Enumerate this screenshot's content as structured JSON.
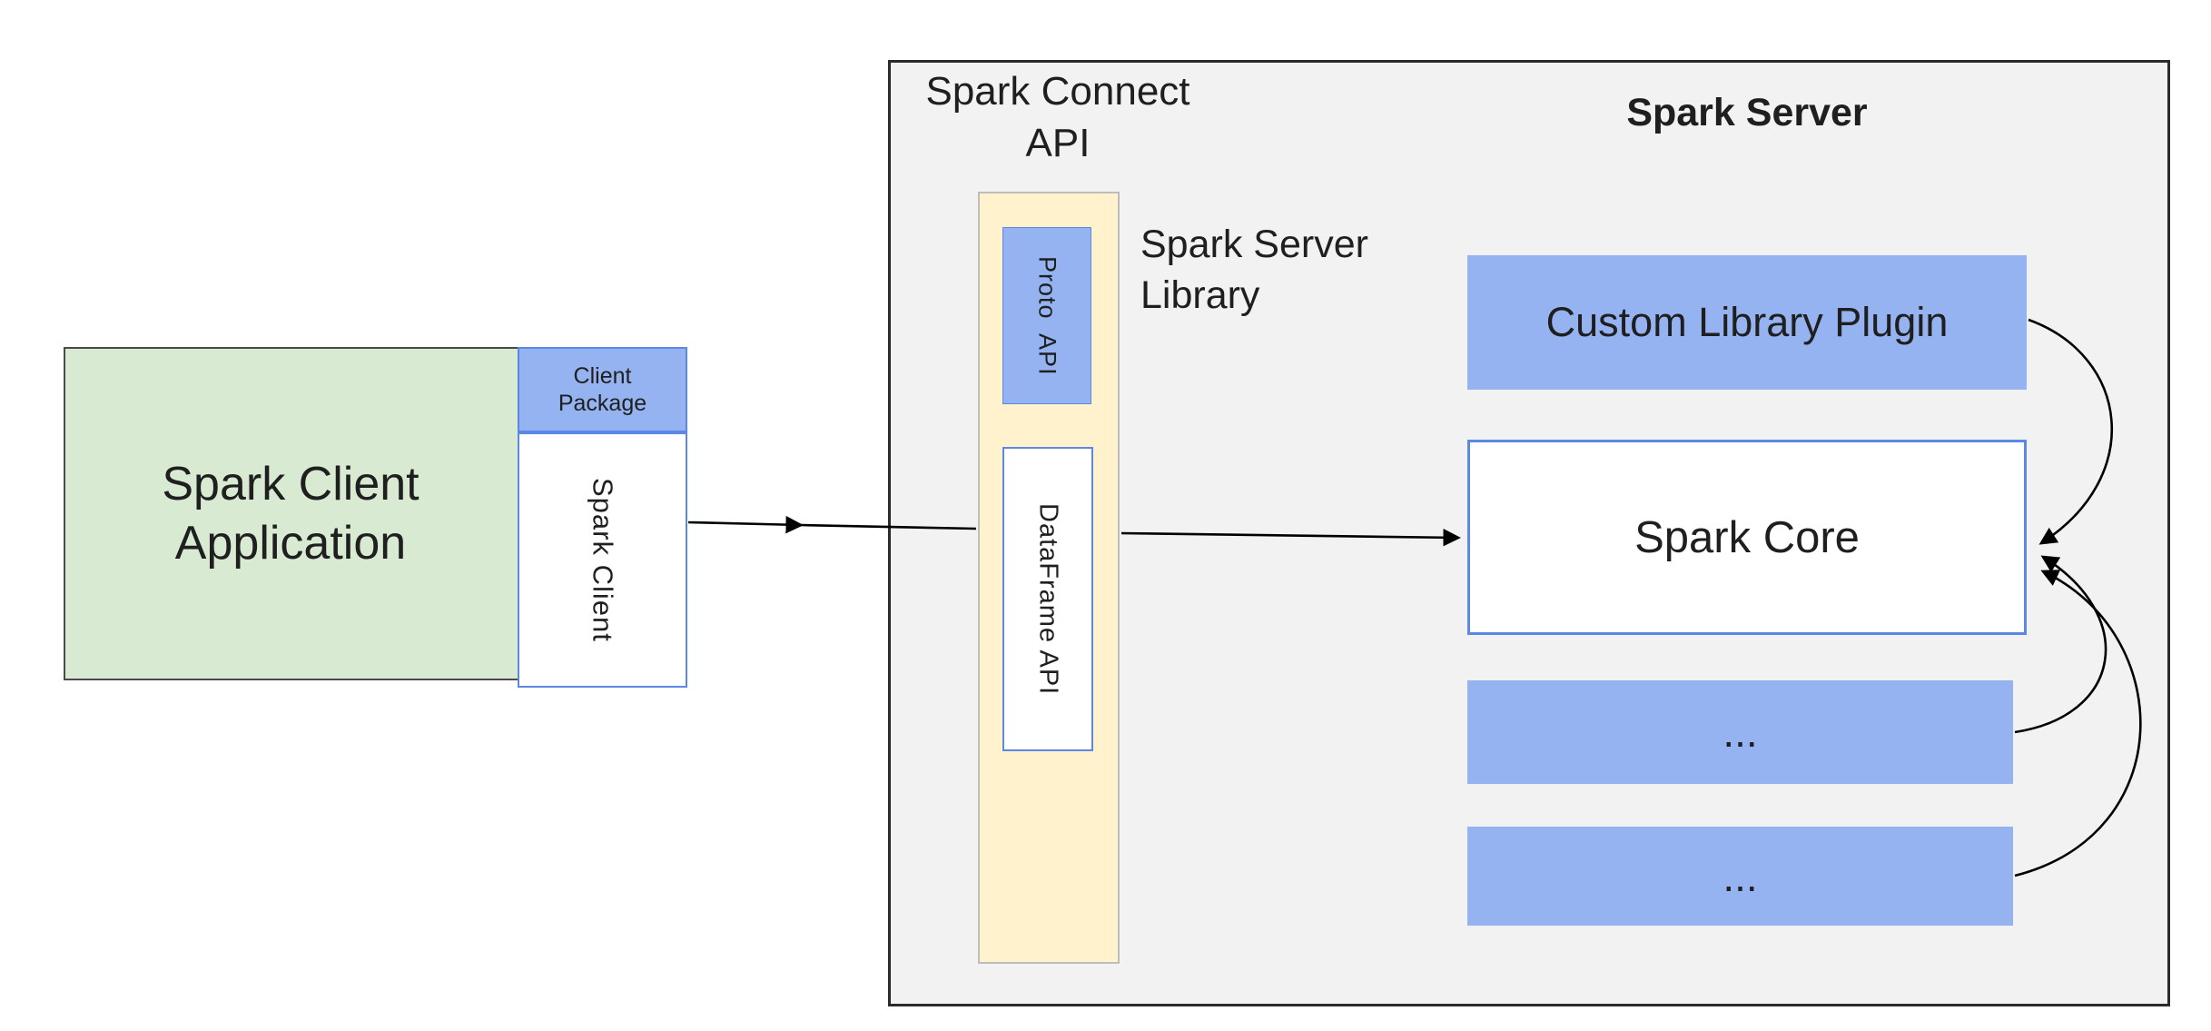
{
  "colors": {
    "blue": "#94b3f0",
    "blue-border": "#5b87e5",
    "green": "#d9ead3",
    "green-border": "#4a4a4a",
    "cream": "#fff2cc",
    "cream-border": "#bdbdbd",
    "gray": "#f2f2f2",
    "gray-border": "#2b2b2b",
    "text": "#1f1f1f",
    "arrow": "#000000"
  },
  "nodes": {
    "client_app": "Spark Client\nApplication",
    "client_package": "Client\nPackage",
    "spark_client": "Spark Client",
    "spark_connect_api": "Spark Connect\nAPI",
    "spark_server_title": "Spark Server",
    "proto_api": "Proto  API",
    "dataframe_api": "DataFrame API",
    "spark_server_library": "Spark Server\nLibrary",
    "custom_library_plugin": "Custom Library Plugin",
    "spark_core": "Spark Core",
    "ellipsis_1": "...",
    "ellipsis_2": "..."
  }
}
